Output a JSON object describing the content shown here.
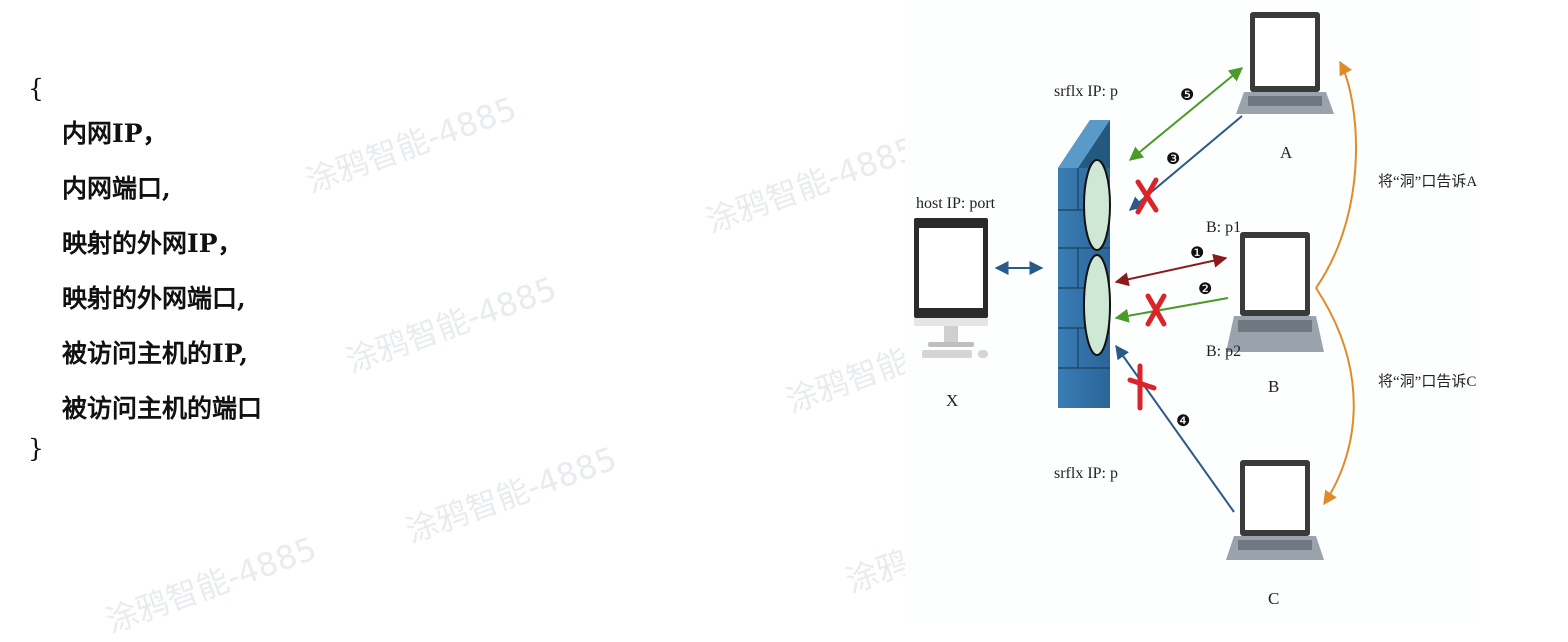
{
  "code": {
    "open_brace": "{",
    "lines": [
      "内网IP，",
      "内网端口,",
      "映射的外网IP，",
      "映射的外网端口,",
      "被访问主机的IP,",
      "被访问主机的端口"
    ],
    "close_brace": "}"
  },
  "diagram": {
    "host_label": "host IP: port",
    "host_name": "X",
    "srflx_top": "srflx IP: p",
    "srflx_bottom": "srflx IP: p",
    "b_port1": "B: p1",
    "b_port2": "B: p2",
    "laptop_a": "A",
    "laptop_b": "B",
    "laptop_c": "C",
    "tell_a": "将“洞”口告诉A",
    "tell_c": "将“洞”口告诉C",
    "steps": [
      "❶",
      "❷",
      "❸",
      "❹",
      "❺"
    ],
    "colors": {
      "firewall": "#2e6fa3",
      "hole": "#cfe8d6",
      "red_arrow": "#8b1a1a",
      "green_arrow": "#4a9a2a",
      "blue_arrow": "#2a5a8a",
      "orange_arrow": "#e08a2a",
      "cross": "#d9242a"
    }
  },
  "watermark": "涂鸦智能-4885"
}
